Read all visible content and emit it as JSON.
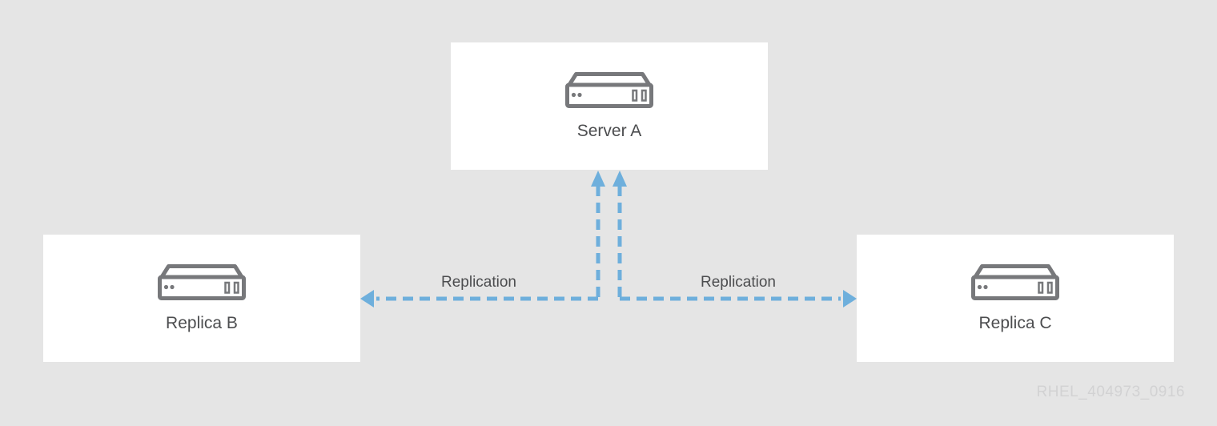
{
  "canvas": {
    "background_color": "#e5e5e5",
    "watermark": "RHEL_404973_0916"
  },
  "colors": {
    "arrow": "#6eafdc",
    "box_background": "#ffffff",
    "icon_stroke": "#77787b",
    "label_text": "#4c4d4f",
    "watermark_text": "#d2d2d3"
  },
  "nodes": [
    {
      "id": "server-a",
      "label": "Server A",
      "icon": "server-icon"
    },
    {
      "id": "replica-b",
      "label": "Replica B",
      "icon": "server-icon"
    },
    {
      "id": "replica-c",
      "label": "Replica C",
      "icon": "server-icon"
    }
  ],
  "edges": [
    {
      "id": "replica-b-server-a",
      "endpoints": [
        "replica-b",
        "server-a"
      ],
      "label": "Replication",
      "style": "dashed",
      "arrows": "both"
    },
    {
      "id": "server-a-replica-c",
      "endpoints": [
        "server-a",
        "replica-c"
      ],
      "label": "Replication",
      "style": "dashed",
      "arrows": "both"
    }
  ]
}
